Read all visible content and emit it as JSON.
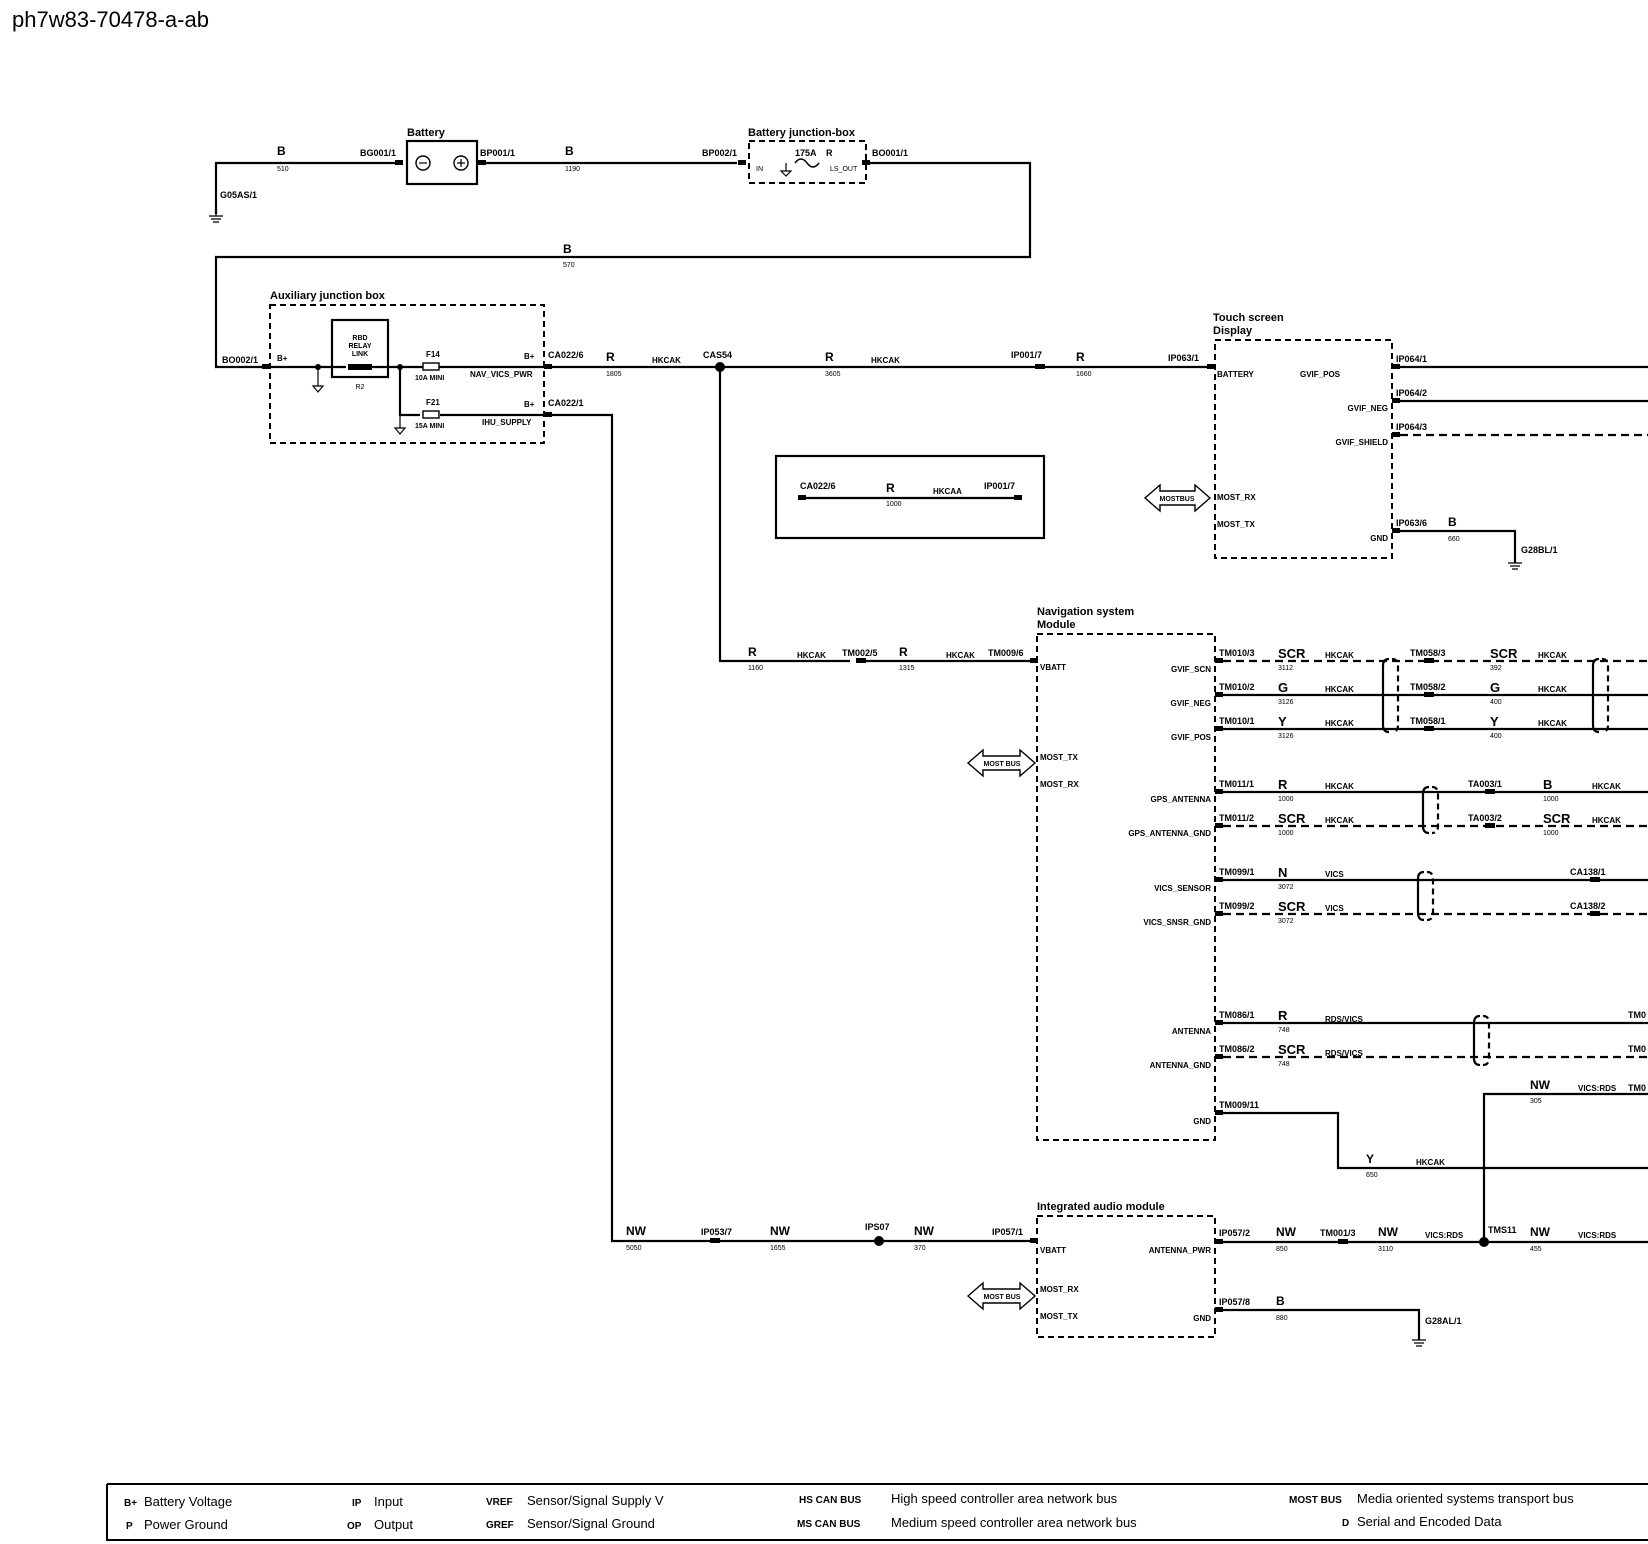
{
  "doc_id": "ph7w83-70478-a-ab",
  "components": {
    "battery": "Battery",
    "battery_jb": "Battery junction-box",
    "aux_jb": "Auxiliary junction box",
    "touch_screen": "Touch screen\nDisplay",
    "nav_module": "Navigation system\nModule",
    "audio_module": "Integrated audio module",
    "relay": "RBD\nRELAY\nLINK",
    "relay_ref": "R2"
  },
  "fuses": {
    "main": {
      "id": "175A",
      "color": "R"
    },
    "f14": {
      "id": "F14",
      "rating": "10A MINI"
    },
    "f21": {
      "id": "F21",
      "rating": "15A MINI"
    }
  },
  "pins": {
    "bjb_in": "IN",
    "bjb_out": "LS_OUT",
    "aux_bplus1": "B+",
    "aux_bplus2": "B+",
    "aux_bplus3": "B+",
    "nav_vics_pwr": "NAV_VICS_PWR",
    "ihu_supply": "IHU_SUPPLY",
    "ts_battery": "BATTERY",
    "ts_gvif_pos": "GVIF_POS",
    "ts_gvif_neg": "GVIF_NEG",
    "ts_gvif_shield": "GVIF_SHIELD",
    "ts_most_rx": "MOST_RX",
    "ts_most_tx": "MOST_TX",
    "ts_gnd": "GND",
    "nav_vbatt": "VBATT",
    "nav_most_tx": "MOST_TX",
    "nav_most_rx": "MOST_RX",
    "nav_gvif_scn": "GVIF_SCN",
    "nav_gvif_neg": "GVIF_NEG",
    "nav_gvif_pos": "GVIF_POS",
    "nav_gps_ant": "GPS_ANTENNA",
    "nav_gps_ant_gnd": "GPS_ANTENNA_GND",
    "nav_vics_sensor": "VICS_SENSOR",
    "nav_vics_snsr_gnd": "VICS_SNSR_GND",
    "nav_antenna": "ANTENNA",
    "nav_antenna_gnd": "ANTENNA_GND",
    "nav_gnd": "GND",
    "iam_vbatt": "VBATT",
    "iam_most_rx": "MOST_RX",
    "iam_most_tx": "MOST_TX",
    "iam_antenna_pwr": "ANTENNA_PWR",
    "iam_gnd": "GND"
  },
  "bus_arrows": {
    "ts": "MOSTBUS",
    "nav": "MOST BUS",
    "iam": "MOST BUS"
  },
  "connectors": {
    "g05as": "G05AS/1",
    "bg001": "BG001/1",
    "bp001": "BP001/1",
    "bp002": "BP002/1",
    "bo001": "BO001/1",
    "bo002": "BO002/1",
    "ca022_6": "CA022/6",
    "ca022_1": "CA022/1",
    "cas54": "CAS54",
    "ip001_7": "IP001/7",
    "ip063_1": "IP063/1",
    "ip064_1": "IP064/1",
    "ip064_2": "IP064/2",
    "ip064_3": "IP064/3",
    "ip063_6": "IP063/6",
    "g28bl": "G28BL/1",
    "tm002_5": "TM002/5",
    "tm009_6": "TM009/6",
    "tm010_3": "TM010/3",
    "tm010_2": "TM010/2",
    "tm010_1": "TM010/1",
    "tm058_3": "TM058/3",
    "tm058_2": "TM058/2",
    "tm058_1": "TM058/1",
    "tm011_1": "TM011/1",
    "tm011_2": "TM011/2",
    "ta003_1": "TA003/1",
    "ta003_2": "TA003/2",
    "tm099_1": "TM099/1",
    "tm099_2": "TM099/2",
    "ca138_1": "CA138/1",
    "ca138_2": "CA138/2",
    "tm086_1": "TM086/1",
    "tm086_2": "TM086/2",
    "tm0_a": "TM0",
    "tm0_b": "TM0",
    "tm0_c": "TM0",
    "tm009_11": "TM009/11",
    "ip053_7": "IP053/7",
    "ips07": "IPS07",
    "ip057_1": "IP057/1",
    "ip057_2": "IP057/2",
    "tm001_3": "TM001/3",
    "tms11": "TMS11",
    "ip057_8": "IP057/8",
    "g28al": "G28AL/1"
  },
  "wires": {
    "w1": {
      "color": "B",
      "num": "510"
    },
    "w2": {
      "color": "B",
      "num": "1190"
    },
    "w3": {
      "color": "B",
      "num": "570"
    },
    "w4": {
      "color": "R",
      "num": "1805",
      "harness": "HKCAK"
    },
    "w5": {
      "color": "R",
      "num": "3605",
      "harness": "HKCAK"
    },
    "w6": {
      "color": "R",
      "num": "1660"
    },
    "w7": {
      "color": "B",
      "num": "660"
    },
    "w8": {
      "color": "R",
      "num": "1160",
      "harness": "HKCAK"
    },
    "w9": {
      "color": "R",
      "num": "1315",
      "harness": "HKCAK"
    },
    "n1a": {
      "color": "SCR",
      "num": "3112",
      "harness": "HKCAK"
    },
    "n1b": {
      "color": "SCR",
      "num": "392",
      "harness": "HKCAK"
    },
    "n2a": {
      "color": "G",
      "num": "3126",
      "harness": "HKCAK"
    },
    "n2b": {
      "color": "G",
      "num": "400",
      "harness": "HKCAK"
    },
    "n3a": {
      "color": "Y",
      "num": "3126",
      "harness": "HKCAK"
    },
    "n3b": {
      "color": "Y",
      "num": "400",
      "harness": "HKCAK"
    },
    "n4a": {
      "color": "R",
      "num": "1000",
      "harness": "HKCAK"
    },
    "n4b": {
      "color": "B",
      "num": "1000",
      "harness": "HKCAK"
    },
    "n5a": {
      "color": "SCR",
      "num": "1000",
      "harness": "HKCAK"
    },
    "n5b": {
      "color": "SCR",
      "num": "1000",
      "harness": "HKCAK"
    },
    "n6": {
      "color": "N",
      "num": "3072",
      "harness": "VICS"
    },
    "n7": {
      "color": "SCR",
      "num": "3072",
      "harness": "VICS"
    },
    "n8": {
      "color": "R",
      "num": "748",
      "harness": "RDS/VICS"
    },
    "n9": {
      "color": "SCR",
      "num": "748",
      "harness": "RDS/VICS"
    },
    "n10": {
      "color": "NW",
      "num": "305",
      "harness": "VICS:RDS"
    },
    "n11": {
      "color": "Y",
      "num": "650",
      "harness": "HKCAK"
    },
    "a1": {
      "color": "NW",
      "num": "5050"
    },
    "a2": {
      "color": "NW",
      "num": "1655"
    },
    "a3": {
      "color": "NW",
      "num": "370"
    },
    "a4": {
      "color": "NW",
      "num": "850"
    },
    "a5": {
      "color": "NW",
      "num": "3110",
      "harness": "VICS:RDS"
    },
    "a6": {
      "color": "NW",
      "num": "455",
      "harness": "VICS:RDS"
    },
    "a7": {
      "color": "B",
      "num": "880"
    }
  },
  "inset": {
    "left": "CA022/6",
    "color": "R",
    "num": "1000",
    "harness": "HKCAA",
    "right": "IP001/7"
  },
  "legend": [
    {
      "abbr": "B+",
      "desc": "Battery Voltage"
    },
    {
      "abbr": "P",
      "desc": "Power Ground"
    },
    {
      "abbr": "IP",
      "desc": "Input"
    },
    {
      "abbr": "OP",
      "desc": "Output"
    },
    {
      "abbr": "VREF",
      "desc": "Sensor/Signal Supply V"
    },
    {
      "abbr": "GREF",
      "desc": "Sensor/Signal Ground"
    },
    {
      "abbr": "HS CAN BUS",
      "desc": "High speed controller area network bus"
    },
    {
      "abbr": "MS CAN BUS",
      "desc": "Medium speed controller area network bus"
    },
    {
      "abbr": "MOST BUS",
      "desc": "Media oriented systems transport bus"
    },
    {
      "abbr": "D",
      "desc": "Serial and Encoded Data"
    }
  ]
}
